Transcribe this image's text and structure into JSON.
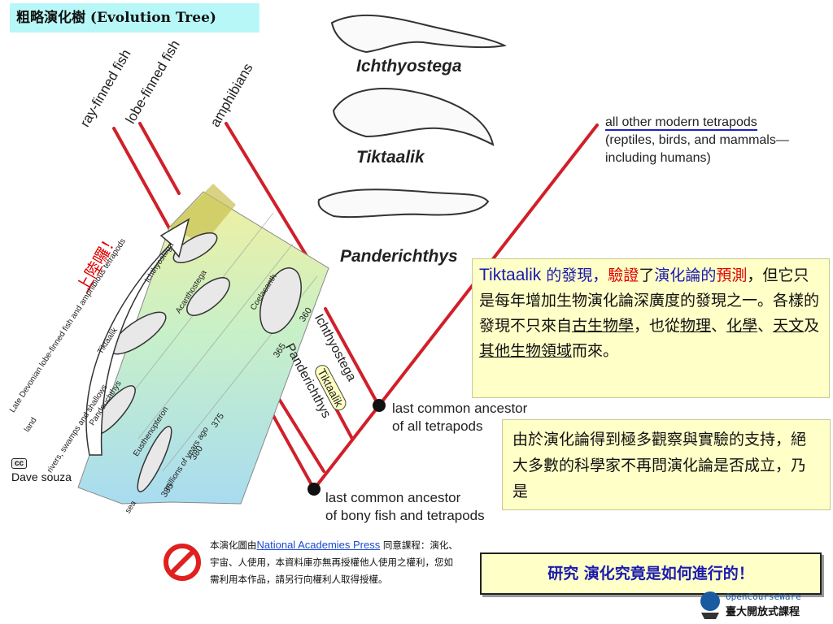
{
  "title": "粗略演化樹 (Evolution Tree)",
  "branches": {
    "ray_finned": "ray-finned fish",
    "lobe_finned": "lobe-finned fish",
    "amphibians": "amphibians",
    "ichthyostega": "Ichthyostega",
    "tiktaalik": "Tiktaalik",
    "panderichthys": "Panderichthys"
  },
  "creatures": {
    "ichthyostega": "Ichthyostega",
    "tiktaalik": "Tiktaalik",
    "panderichthys": "Panderichthys"
  },
  "modern": {
    "line1": "all other modern tetrapods",
    "line2": "(reptiles, birds, and mammals—",
    "line3": "including humans)"
  },
  "nodes": {
    "tetrapods_line1": "last common ancestor",
    "tetrapods_line2": "of all tetrapods",
    "bony_line1": "last common ancestor",
    "bony_line2": "of bony fish and tetrapods"
  },
  "inset": {
    "vertical_label": "上陸囉！",
    "late_devonian": "Late Devonian lobe-finned fish and amphibious tetrapods",
    "land": "land",
    "rivers": "rivers, swamps and shallows",
    "sea": "sea",
    "ichthyostega": "Ichthyostega",
    "acanthostega": "Acanthostega",
    "tiktaalik": "Tiktaalik",
    "panderichthys": "Panderichthys",
    "eusthenopteron": "Eusthenopteron",
    "coelacanth": "Coelacanth",
    "axis": "millions of years ago",
    "ticks": [
      "360",
      "365",
      "375",
      "380",
      "385"
    ]
  },
  "credit": {
    "cc": "cc",
    "author": "Dave souza"
  },
  "info": {
    "lead": "Tiktaalik",
    "t1": " 的發現，",
    "t2": "驗證",
    "t3": "了",
    "t4": "演化論的",
    "t5": "預測",
    "t6": "，但它只是每年增加生物演化論深廣度的發現之一。各樣的發現不只來自",
    "t7": "古生物學",
    "t8": "，也從",
    "t9": "物理",
    "t10": "、",
    "t11": "化學",
    "t12": "、",
    "t13": "天文",
    "t14": "及",
    "t15": "其他生物領域",
    "t16": "而來。"
  },
  "note": "由於演化論得到極多觀察與實驗的支持，絕大多數的科學家不再問演化論是否成立，乃是",
  "research": "研究 演化究竟是如何進行的！",
  "copyright": {
    "pre": "本演化圖由",
    "link": "National Academies Press",
    "post": " 同意課程：演化、宇宙、人使用，本資料庫亦無再授權他人使用之權利，您如需利用本作品，請另行向權利人取得授權。"
  },
  "ocw": {
    "line1": "OpenCourseWare",
    "line2": "臺大開放式課程"
  },
  "colors": {
    "branch": "#d0202a",
    "title_bg": "#b8f7f7",
    "box_bg": "#ffffc8",
    "blue_text": "#1a1ab0"
  }
}
